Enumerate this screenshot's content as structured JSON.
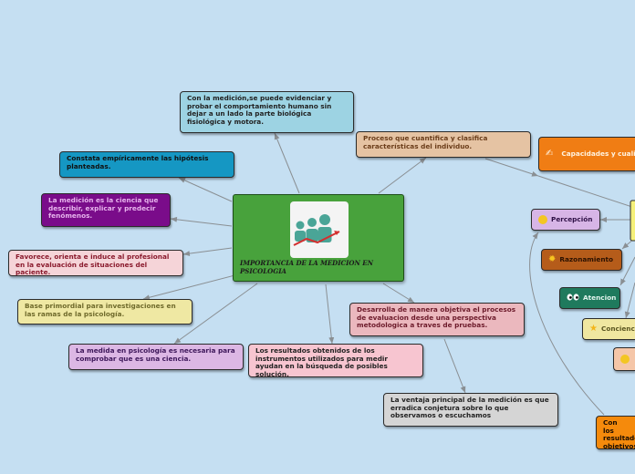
{
  "central": {
    "title": "IMPORTANCIA DE LA MEDICION EN PSICOLOGIA",
    "icon": "team-growth-chart-icon"
  },
  "nodes": {
    "n1": "Con la medición,se puede evidenciar y probar el comportamiento humano sin dejar a un lado la parte biológica fisiológica y motora.",
    "n2": "Constata empíricamente las hipótesis planteadas.",
    "n3": "La medición es la ciencia que describir, explicar y predecir fenómenos.",
    "n4": "Favorece, orienta e induce al profesional en la evaluación de situaciones del paciente.",
    "n5": "Base primordial para  investigaciones en las ramas de la psicología.",
    "n6": "La medida en psicología es  necesaria para comprobar que es una ciencia.",
    "n7": "Los resultados obtenidos de los instrumentos  utilizados para medir ayudan en la búsqueda de posibles solución.",
    "n8": "Desarrolla de manera objetiva el procesos de evaluacion desde una perspectiva metodologica a traves de pruebas.",
    "n9": "La ventaja principal de la medición es que erradica conjetura sobre lo que observamos o escuchamos",
    "n10": "Proceso que cuantifica y clasifica características del individuo.",
    "n11": "Capacidades y cualidades del individuo, para evaluarlo, diagnosticar y resolver",
    "n12": "Percepción",
    "n13": "Razonamiento",
    "n14": "Atencion",
    "n15": "Conciencia",
    "n16": "Con los resultados objetivos, para decisiones acertadas"
  },
  "icons": {
    "n11": [
      "writing-hand-icon",
      "brain-icon"
    ],
    "n12": "smiling-face-icon",
    "n13": "sun-icon",
    "n14": "eyes-icon",
    "n15": "star-icon",
    "n16_side": "confused-face-icon"
  },
  "colors": {
    "background": "#c5dff2",
    "central": "#48a23c",
    "edge": "#8a8f93"
  }
}
